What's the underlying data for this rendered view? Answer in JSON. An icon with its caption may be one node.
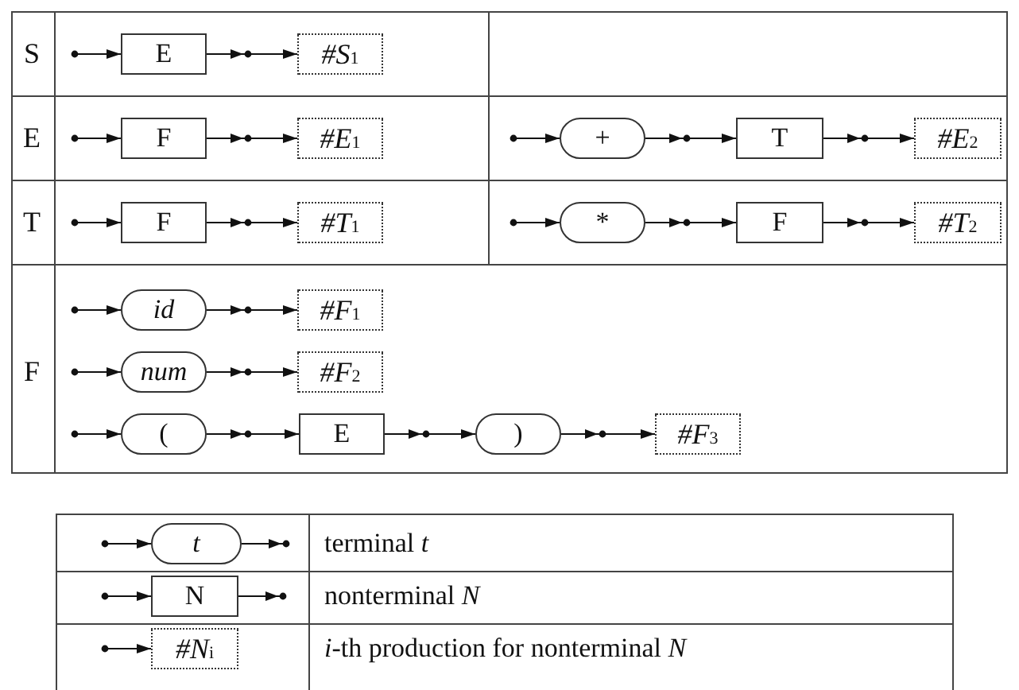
{
  "diagram": {
    "nodes": [
      {
        "text": [
          "E"
        ]
      },
      {
        "text": [
          "#S$_{1}$"
        ]
      },
      {
        "text": [
          "F"
        ]
      },
      {
        "text": [
          "#E$_{1}$"
        ]
      },
      {
        "text": [
          "+"
        ]
      },
      {
        "text": [
          "T"
        ]
      },
      {
        "text": [
          "#E$_{2}$"
        ]
      },
      {
        "text": [
          "F"
        ]
      },
      {
        "text": [
          "#T$_{1}$"
        ]
      },
      {
        "text": [
          "*"
        ]
      },
      {
        "text": [
          "F"
        ]
      },
      {
        "text": [
          "#T$_{2}$"
        ]
      },
      {
        "text": [
          "id"
        ]
      },
      {
        "text": [
          "#F$_{1}$"
        ]
      },
      {
        "text": [
          "num"
        ]
      },
      {
        "text": [
          "#F$_{2}$"
        ]
      },
      {
        "text": [
          "("
        ]
      },
      {
        "text": [
          "E"
        ]
      },
      {
        "text": [
          ")"
        ]
      },
      {
        "text": [
          "#F$_{3}$"
        ]
      },
      {
        "text": [
          "t"
        ]
      },
      {
        "text": [
          "N"
        ]
      },
      {
        "text": [
          "#N$_{i}$"
        ]
      }
    ],
    "edges": [
      {
        "from": null,
        "to": 0,
        "arrow": "to"
      },
      {
        "from": 0,
        "to": 1,
        "arrow": "to"
      },
      {
        "from": null,
        "to": 2,
        "arrow": "to"
      },
      {
        "from": 2,
        "to": 3,
        "arrow": "to"
      },
      {
        "from": null,
        "to": 4,
        "arrow": "to"
      },
      {
        "from": 4,
        "to": 5,
        "arrow": "to"
      },
      {
        "from": 5,
        "to": 6,
        "arrow": "to"
      },
      {
        "from": null,
        "to": 7,
        "arrow": "to"
      },
      {
        "from": 7,
        "to": 8,
        "arrow": "to"
      },
      {
        "from": null,
        "to": 9,
        "arrow": "to"
      },
      {
        "from": 9,
        "to": 10,
        "arrow": "to"
      },
      {
        "from": 10,
        "to": 11,
        "arrow": "to"
      },
      {
        "from": null,
        "to": 12,
        "arrow": "to"
      },
      {
        "from": 12,
        "to": 13,
        "arrow": "to"
      },
      {
        "from": null,
        "to": 14,
        "arrow": "to"
      },
      {
        "from": 14,
        "to": 15,
        "arrow": "to"
      },
      {
        "from": null,
        "to": 16,
        "arrow": "to"
      },
      {
        "from": 16,
        "to": 17,
        "arrow": "to"
      },
      {
        "from": 17,
        "to": 18,
        "arrow": "to"
      },
      {
        "from": 18,
        "to": 19,
        "arrow": "to"
      },
      {
        "from": null,
        "to": 20,
        "arrow": "to"
      },
      {
        "from": 20,
        "to": null,
        "arrow": "to"
      },
      {
        "from": null,
        "to": 21,
        "arrow": "to"
      },
      {
        "from": 21,
        "to": null,
        "arrow": "to"
      },
      {
        "from": null,
        "to": 22,
        "arrow": "to"
      }
    ],
    "labels": [
      "S",
      "E",
      "T",
      "F"
    ],
    "legend": [
      {
        "text": "terminal *t*"
      },
      {
        "text": "nonterminal *N*"
      },
      {
        "text": "*i*-th production for nonterminal *N*"
      }
    ]
  }
}
